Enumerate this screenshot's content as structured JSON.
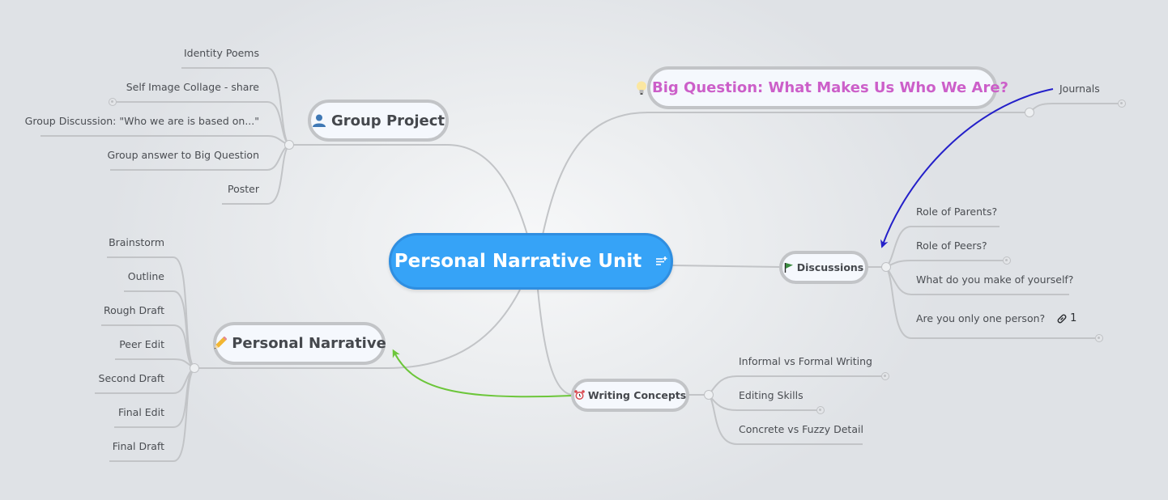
{
  "colors": {
    "central_fill": "#36a3f7",
    "branch_line": "#c2c4c7",
    "relation_blue": "#2420c9",
    "relation_green": "#6cc63a",
    "big_question_text": "#cc5fc9"
  },
  "central": {
    "title": "Personal Narrative Unit",
    "icon": "notes-icon"
  },
  "branches": {
    "group_project": {
      "title": "Group Project",
      "icon": "person-icon",
      "children": [
        "Identity Poems",
        "Self Image Collage - share",
        "Group Discussion: \"Who we are is based on...\"",
        "Group answer to Big Question",
        "Poster"
      ]
    },
    "personal_narrative": {
      "title": "Personal Narrative",
      "icon": "pencil-icon",
      "children": [
        "Brainstorm",
        "Outline",
        "Rough Draft",
        "Peer Edit",
        "Second Draft",
        "Final Edit",
        "Final Draft"
      ]
    },
    "big_question": {
      "title": "Big Question: What Makes Us Who We Are?",
      "icon": "lightbulb-icon",
      "children": [
        "Journals"
      ]
    },
    "discussions": {
      "title": "Discussions",
      "icon": "flag-icon",
      "children": [
        "Role of Parents?",
        "Role of Peers?",
        "What do you make of yourself?",
        "Are you only one person?"
      ],
      "link_count": "1"
    },
    "writing_concepts": {
      "title": "Writing Concepts",
      "icon": "alarm-clock-icon",
      "children": [
        "Informal vs Formal Writing",
        "Editing Skills",
        "Concrete vs Fuzzy Detail"
      ]
    }
  },
  "relationships": [
    {
      "from": "Journals",
      "to": "Discussions",
      "color": "#2420c9"
    },
    {
      "from": "Writing Concepts",
      "to": "Personal Narrative",
      "color": "#6cc63a"
    }
  ]
}
